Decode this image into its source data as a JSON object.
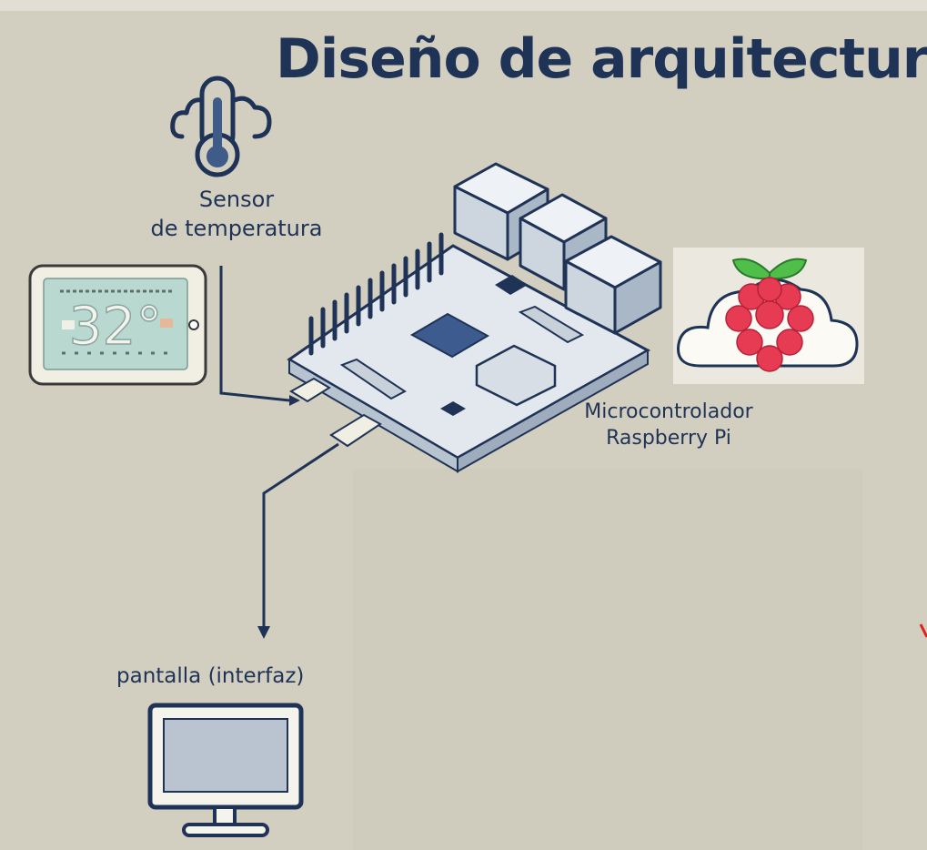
{
  "title": "Diseño de arquitectura",
  "sensor": {
    "label_line1": "Sensor",
    "label_line2": "de temperatura",
    "reading": "32°"
  },
  "microcontroller": {
    "label_line1": "Microcontrolador",
    "label_line2": "Raspberry Pi"
  },
  "screen": {
    "label": "pantalla (interfaz)"
  },
  "icons": {
    "sensor": "cloud-thermometer-icon",
    "thermostat": "thermostat-display-icon",
    "board": "raspberry-pi-board-icon",
    "logo": "raspberry-cloud-icon",
    "screen": "monitor-icon"
  },
  "colors": {
    "background": "#d2cfc0",
    "text": "#1f3356",
    "board": "#d7dee6",
    "raspberry": "#e63b52",
    "leaf": "#4fbf4a"
  }
}
